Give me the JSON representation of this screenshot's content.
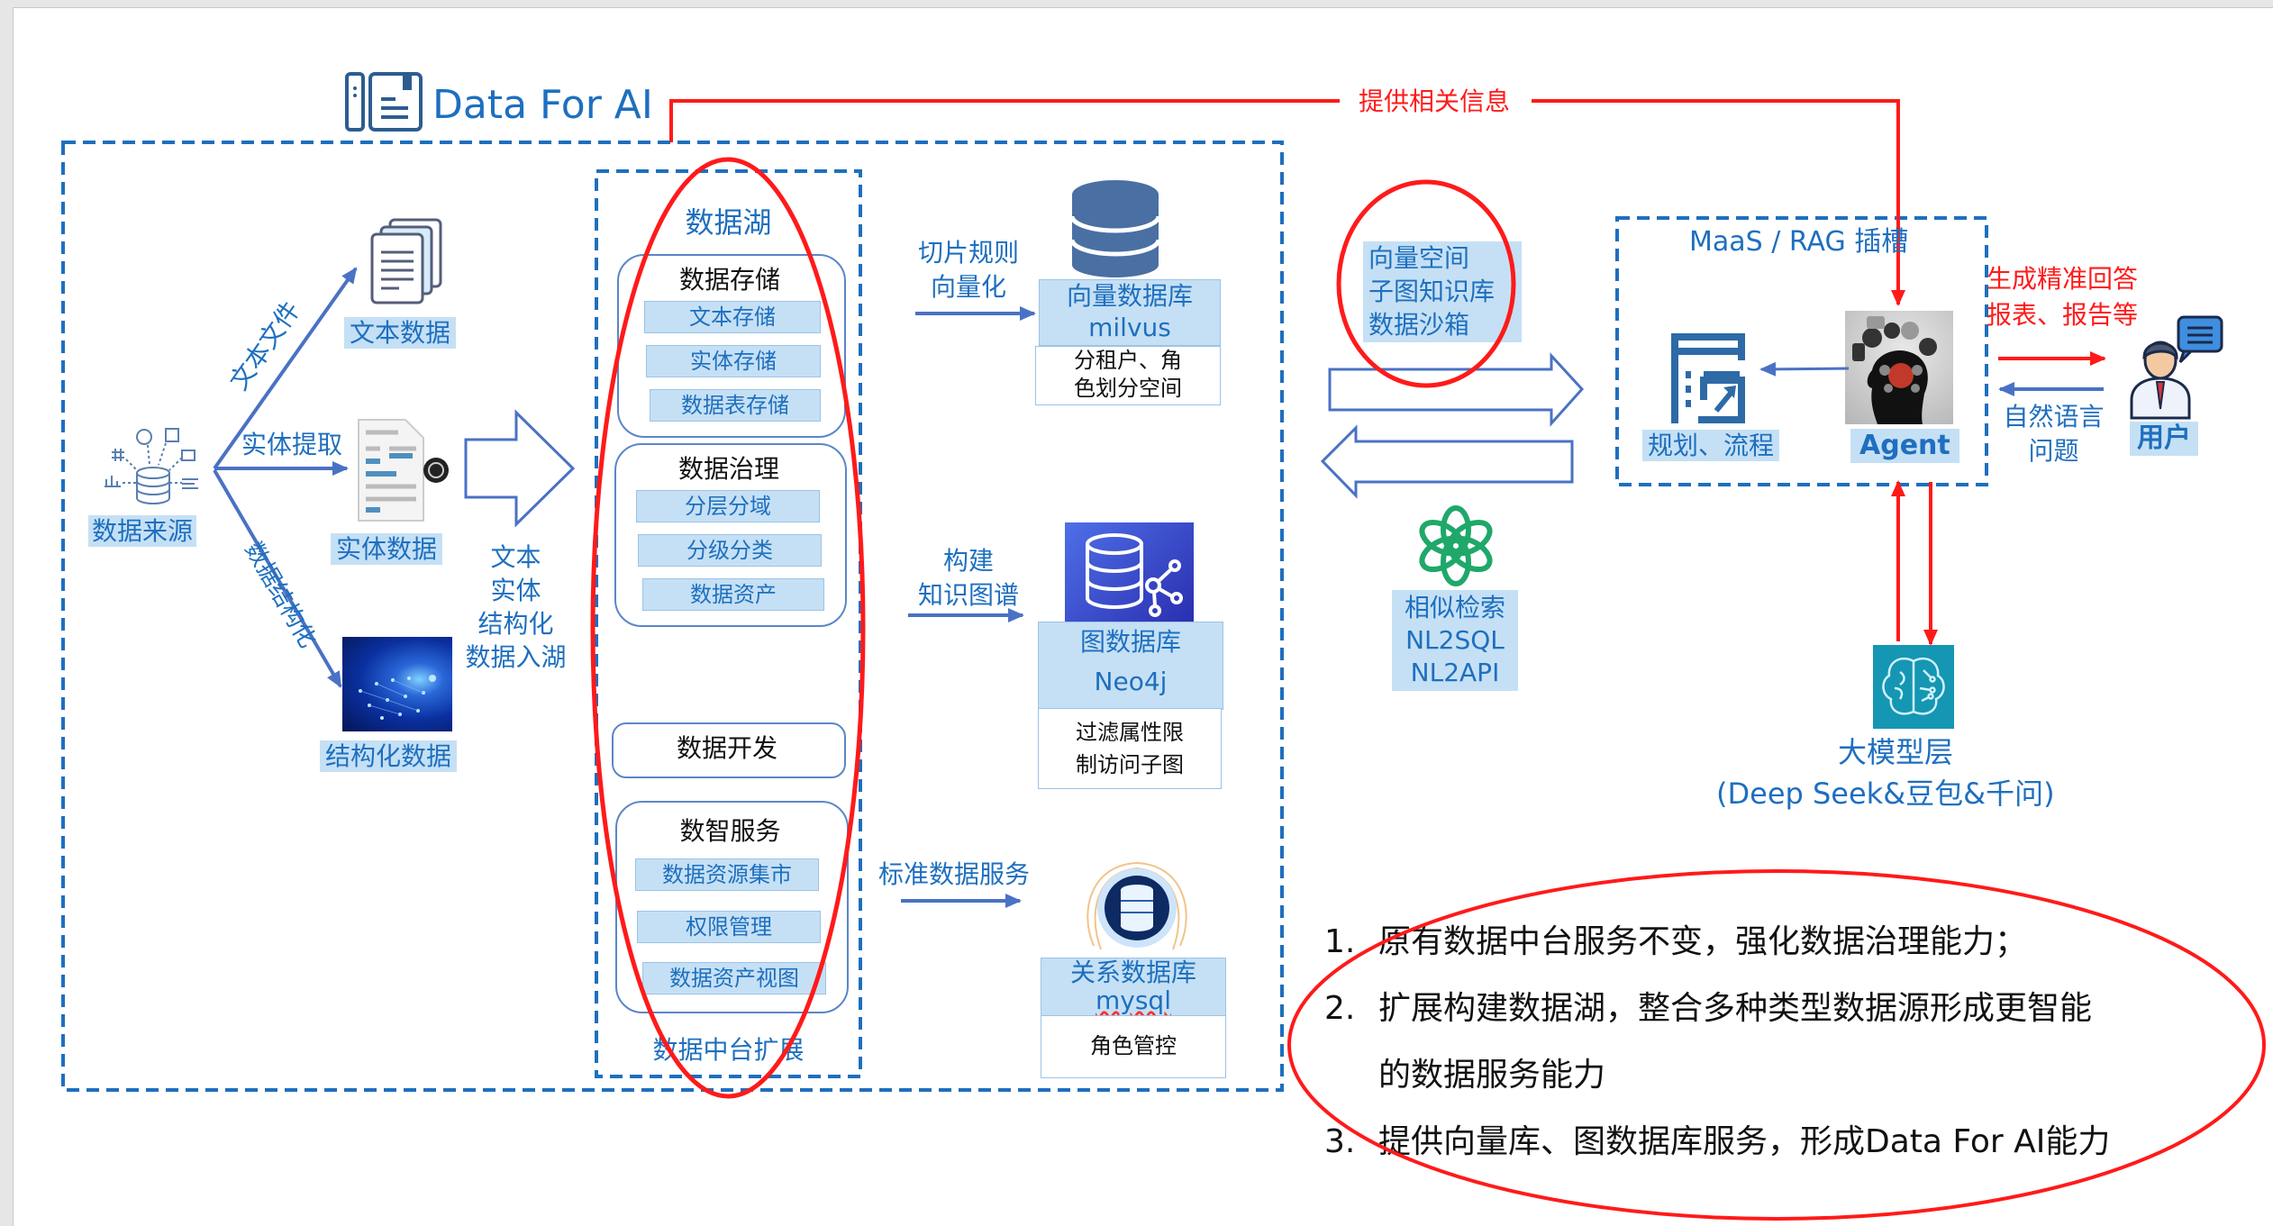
{
  "title": "Data For AI",
  "colors": {
    "accent_blue": "#1e6fbf",
    "highlight": "#c5e0f4",
    "annotation_red": "#ff1a1a",
    "line_blue": "#4a72c4"
  },
  "sources": {
    "origin_label": "数据来源",
    "branches": [
      {
        "edge_label": "文本文件",
        "node_label": "文本数据",
        "icon": "documents-icon"
      },
      {
        "edge_label": "实体提取",
        "node_label": "实体数据",
        "icon": "entity-document-icon"
      },
      {
        "edge_label": "数据结构化",
        "node_label": "结构化数据",
        "icon": "network-globe-image"
      }
    ],
    "ingest_lines": [
      "文本",
      "实体",
      "结构化",
      "数据入湖"
    ]
  },
  "lake": {
    "title": "数据湖",
    "footer": "数据中台扩展",
    "groups": [
      {
        "title": "数据存储",
        "items": [
          "文本存储",
          "实体存储",
          "数据表存储"
        ]
      },
      {
        "title": "数据治理",
        "items": [
          "分层分域",
          "分级分类",
          "数据资产"
        ]
      },
      {
        "title": "数据开发",
        "items": []
      },
      {
        "title": "数智服务",
        "items": [
          "数据资源集市",
          "权限管理",
          "数据资产视图"
        ]
      }
    ]
  },
  "databases": [
    {
      "edge_label": [
        "切片规则",
        "向量化"
      ],
      "name": "向量数据库",
      "engine": "milvus",
      "desc": [
        "分租户、角",
        "色划分空间"
      ],
      "icon": "database-icon"
    },
    {
      "edge_label": [
        "构建",
        "知识图谱"
      ],
      "name": "图数据库",
      "engine": "Neo4j",
      "desc": [
        "过滤属性限",
        "制访问子图"
      ],
      "icon": "graph-database-icon"
    },
    {
      "edge_label": [
        "标准数据服务"
      ],
      "name": "关系数据库",
      "engine": "mysql",
      "desc": [
        "角色管控"
      ],
      "icon": "relational-database-icon"
    }
  ],
  "middle": {
    "context_box": [
      "向量空间",
      "子图知识库",
      "数据沙箱"
    ],
    "retrieval_box": [
      "相似检索",
      "NL2SQL",
      "NL2API"
    ]
  },
  "feedback_label": "提供相关信息",
  "maas": {
    "title": "MaaS / RAG 插槽",
    "planning_label": "规划、流程",
    "agent_label": "Agent"
  },
  "llm": {
    "title": "大模型层",
    "models": "(Deep Seek&豆包&千问)"
  },
  "user": {
    "label": "用户",
    "output_label": [
      "生成精准回答",
      "报表、报告等"
    ],
    "input_label": [
      "自然语言",
      "问题"
    ]
  },
  "summary": [
    {
      "num": "1.",
      "text": "原有数据中台服务不变，强化数据治理能力；"
    },
    {
      "num": "2.",
      "text": "扩展构建数据湖，整合多种类型数据源形成更智能",
      "cont": "的数据服务能力"
    },
    {
      "num": "3.",
      "text": "提供向量库、图数据库服务，形成Data For AI能力"
    }
  ]
}
